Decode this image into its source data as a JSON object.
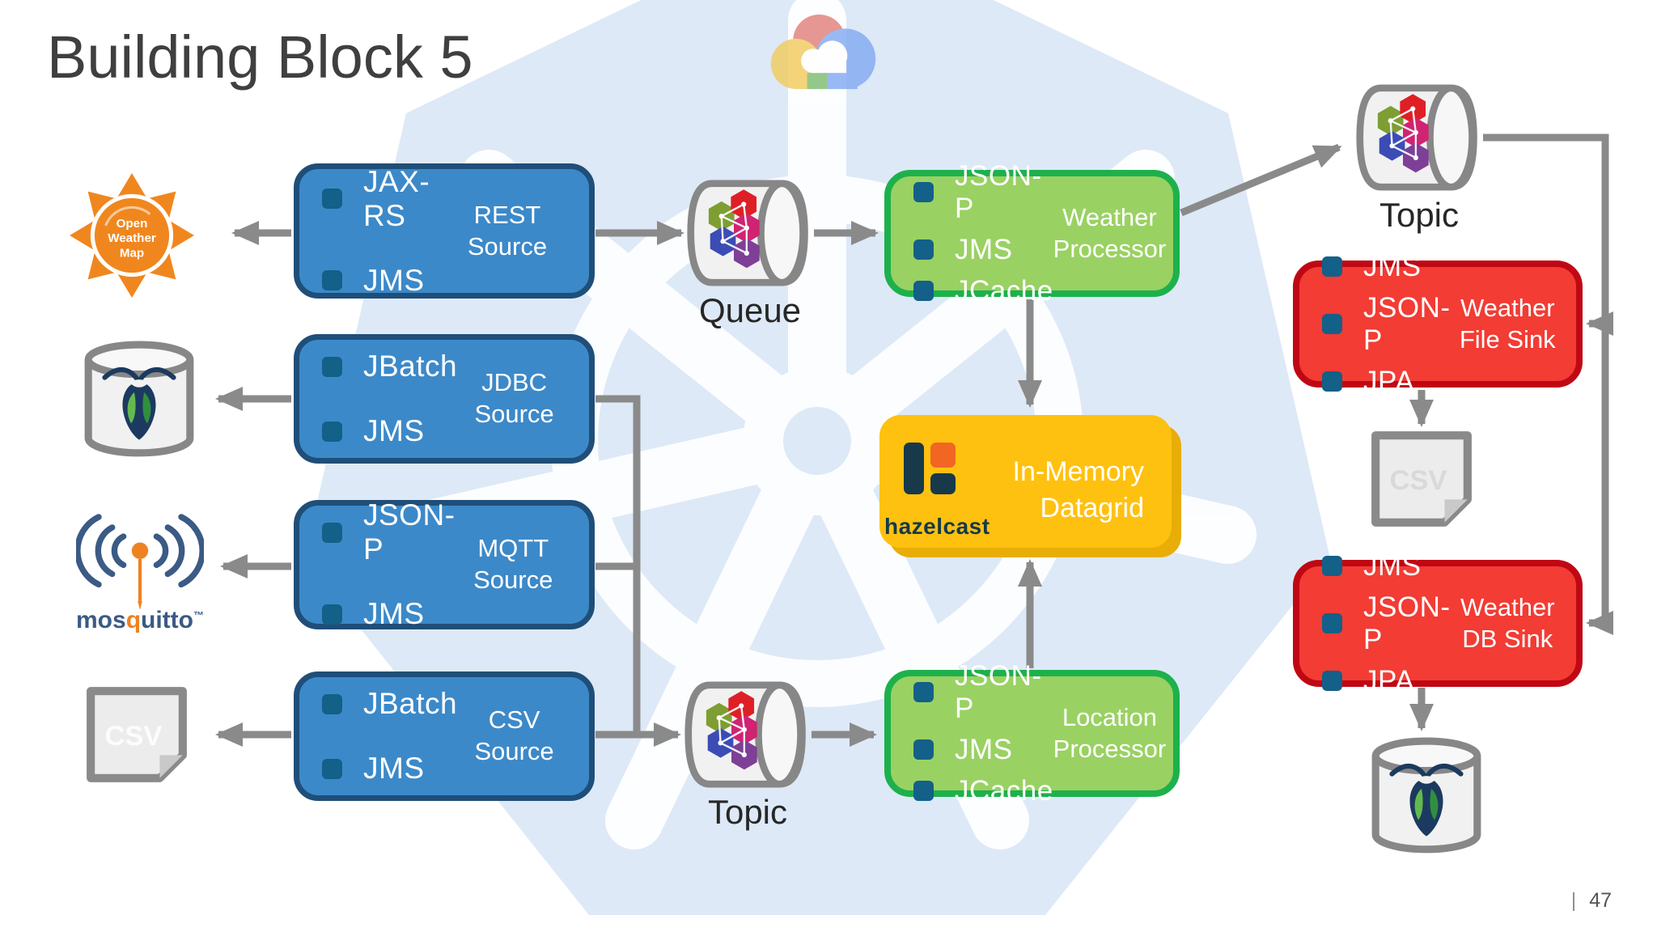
{
  "title": "Building Block 5",
  "footer": {
    "divider": "|",
    "page": "47"
  },
  "icons": {
    "owm": {
      "lines": [
        "Open",
        "Weather",
        "Map"
      ]
    },
    "mosquitto": {
      "word_pre": "mos",
      "word_q": "q",
      "word_post": "uitto",
      "tm": "™"
    },
    "csv_left": "CSV",
    "csv_right": "CSV"
  },
  "queues": {
    "queue": {
      "label": "Queue"
    },
    "topic_bottom": {
      "label": "Topic"
    },
    "topic_top": {
      "label": "Topic"
    }
  },
  "sources": [
    {
      "apis": [
        "JAX-RS",
        "JMS"
      ],
      "label_lines": [
        "REST",
        "Source"
      ]
    },
    {
      "apis": [
        "JBatch",
        "JMS"
      ],
      "label_lines": [
        "JDBC",
        "Source"
      ]
    },
    {
      "apis": [
        "JSON-P",
        "JMS"
      ],
      "label_lines": [
        "MQTT",
        "Source"
      ]
    },
    {
      "apis": [
        "JBatch",
        "JMS"
      ],
      "label_lines": [
        "CSV",
        "Source"
      ]
    }
  ],
  "processors": [
    {
      "apis": [
        "JSON-P",
        "JMS",
        "JCache"
      ],
      "label_lines": [
        "Weather",
        "Processor"
      ]
    },
    {
      "apis": [
        "JSON-P",
        "JMS",
        "JCache"
      ],
      "label_lines": [
        "Location",
        "Processor"
      ]
    }
  ],
  "sinks": [
    {
      "apis": [
        "JMS",
        "JSON-P",
        "JPA"
      ],
      "label_lines": [
        "Weather",
        "File Sink"
      ]
    },
    {
      "apis": [
        "JMS",
        "JSON-P",
        "JPA"
      ],
      "label_lines": [
        "Weather",
        "DB Sink"
      ]
    }
  ],
  "hazelcast": {
    "wordmark": "hazelcast",
    "label_lines": [
      "In-Memory",
      "Datagrid"
    ]
  },
  "colors": {
    "blue_box_fill": "#3c89c9",
    "blue_box_border": "#1f4e79",
    "green_box_fill": "#9ad163",
    "green_box_border": "#1db14c",
    "red_box_fill": "#f23c34",
    "red_box_border": "#c00814",
    "yellow_box": "#ffc110",
    "yellow_box_shadow": "#e9ad08",
    "bullet": "#136089",
    "arrow_gray": "#8a8a8a",
    "cylinder_stroke": "#878787",
    "cylinder_fill": "#f1f1f1",
    "watermark_blue": "#dde9f7",
    "hex_olive": "#7e9e33",
    "hex_red": "#df1f26",
    "hex_magenta": "#d02372",
    "hex_indigo": "#3c4cb5",
    "hex_purple": "#7e3f97",
    "owm_orange": "#f0871e",
    "mosquitto_navy": "#3b5a85",
    "mosquitto_orange": "#ef8220",
    "hazelcast_navy": "#17394a",
    "hazelcast_orange": "#f26522"
  }
}
